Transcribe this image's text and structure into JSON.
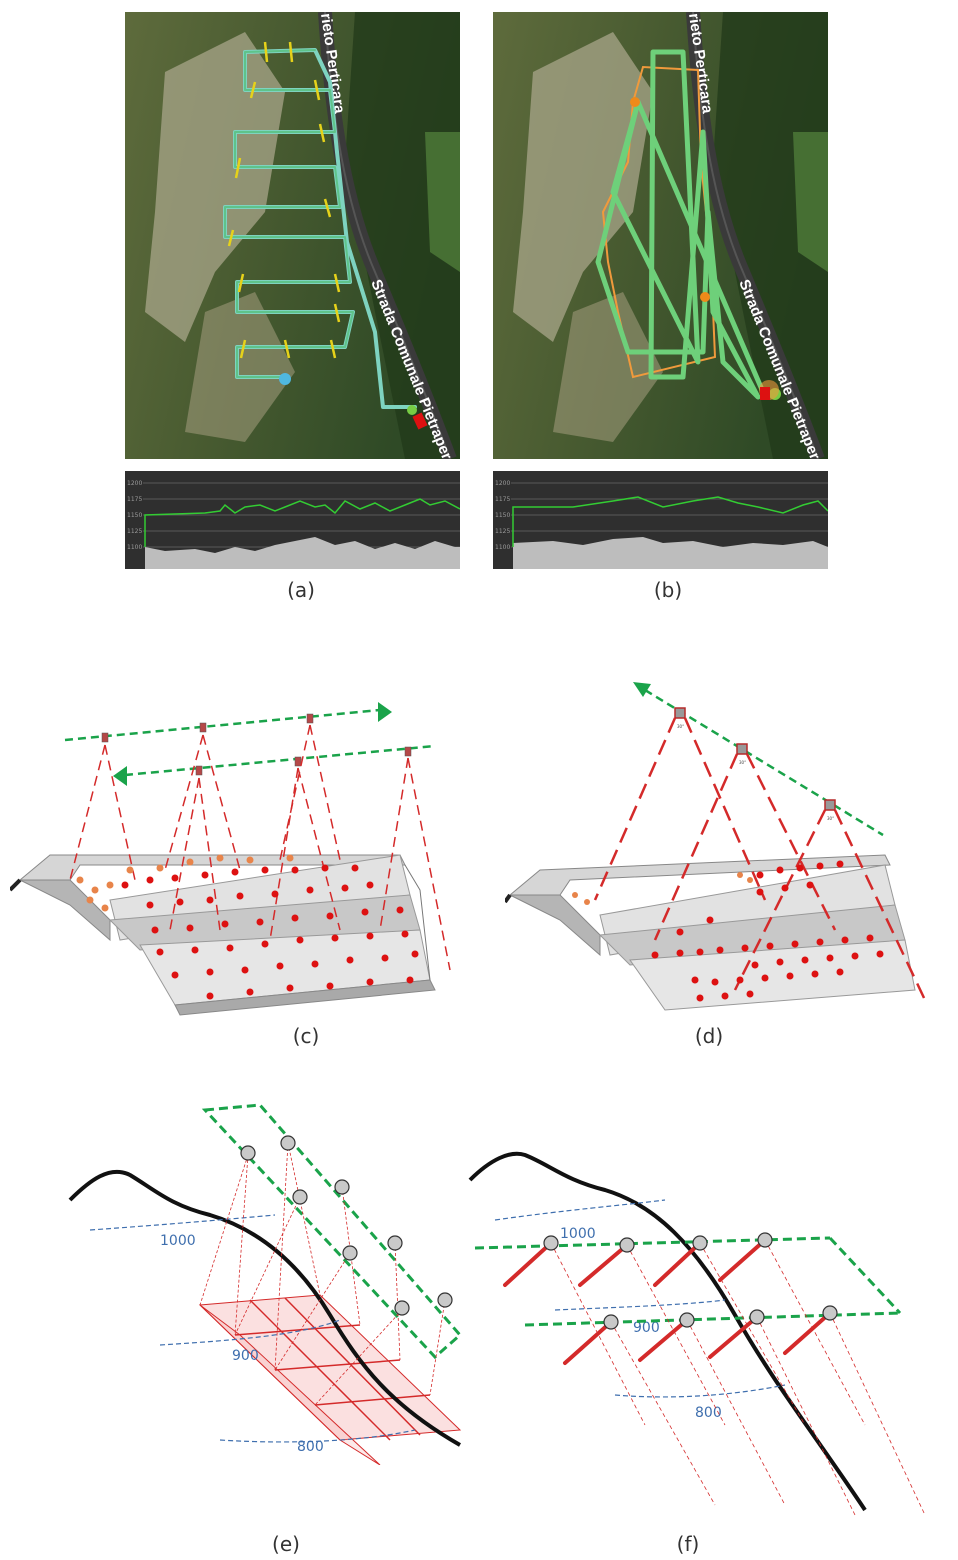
{
  "captions": {
    "a": "(a)",
    "b": "(b)",
    "c": "(c)",
    "d": "(d)",
    "e": "(e)",
    "f": "(f)"
  },
  "map_a": {
    "road_label_top": "rieto Perticara",
    "road_label_side": "Strada Comunale Pietraper"
  },
  "map_b": {
    "road_label_top": "rieto Perticara",
    "road_label_side": "Strada Comunale Pietraper"
  },
  "profile_a": {
    "ticks": [
      "1200",
      "1175",
      "1150",
      "1125",
      "1100"
    ]
  },
  "profile_b": {
    "ticks": [
      "1200",
      "1175",
      "1150",
      "1125",
      "1100"
    ]
  },
  "panel_d": {
    "camera_angle_label": "30°"
  },
  "panel_e": {
    "contours": [
      "1000",
      "900",
      "800"
    ]
  },
  "panel_f": {
    "contours": [
      "1000",
      "900",
      "800"
    ]
  },
  "colors": {
    "flight_green": "#1aa34a",
    "ray_red": "#d42a2a",
    "point_red": "#dd1111",
    "contour_blue": "#3f6fae",
    "profile_green": "#33cc33"
  }
}
